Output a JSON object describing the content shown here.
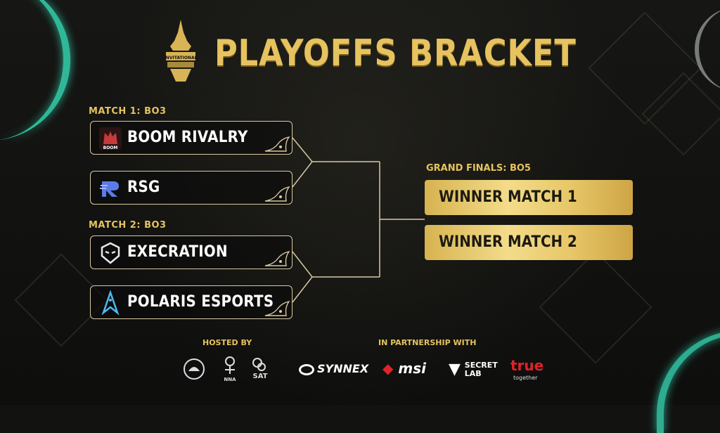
{
  "header": {
    "title": "PLAYOFFS BRACKET",
    "logo_text": "INVITATIONAL"
  },
  "matches": [
    {
      "label": "MATCH 1: BO3",
      "teams": [
        {
          "name": "BOOM RIVALRY",
          "logo_text": "BOOM"
        },
        {
          "name": "RSG"
        }
      ]
    },
    {
      "label": "MATCH 2: BO3",
      "teams": [
        {
          "name": "EXECRATION"
        },
        {
          "name": "POLARIS ESPORTS"
        }
      ]
    }
  ],
  "grand_finals": {
    "label": "GRAND FINALS: BO5",
    "slots": [
      "WINNER MATCH 1",
      "WINNER MATCH 2"
    ]
  },
  "footer": {
    "hosted_by": "HOSTED BY",
    "in_partnership_with": "IN PARTNERSHIP WITH",
    "hosts": [
      "NNA",
      "SAT"
    ],
    "partners": [
      "SYNNEX",
      "msi",
      "SECRET LAB",
      "true",
      "together"
    ]
  },
  "colors": {
    "gold": "#e6c35f",
    "teal": "#35d4b0",
    "background": "#121211"
  }
}
